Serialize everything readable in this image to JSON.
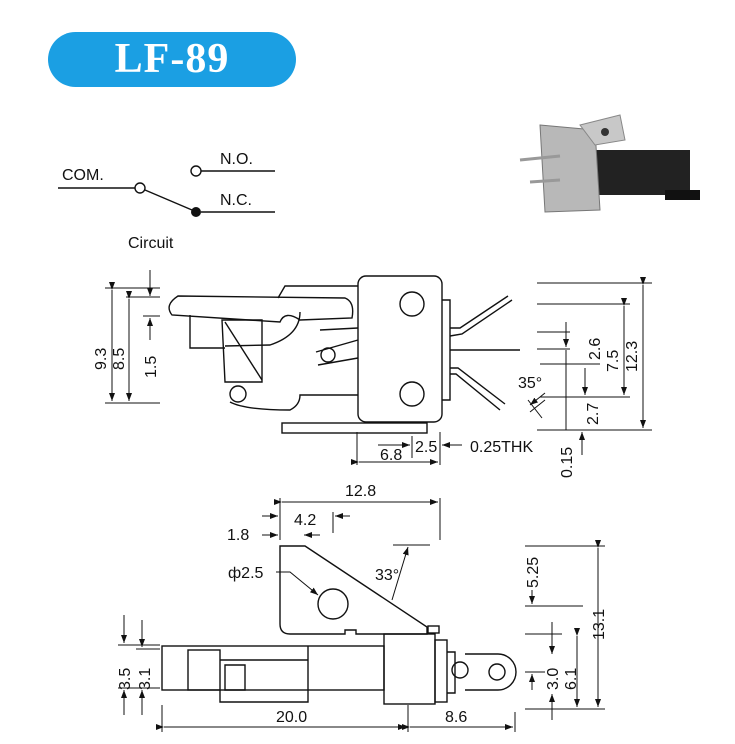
{
  "title": "LF-89",
  "circuit": {
    "com": "COM.",
    "no": "N.O.",
    "nc": "N.C.",
    "label": "Circuit"
  },
  "photo": {
    "icon": "switch-photo"
  },
  "side_view": {
    "dims": [
      "9.3",
      "8.5",
      "1.5",
      "2.6",
      "7.5",
      "12.3",
      "35°",
      "2.7",
      "0.15",
      "2.5",
      "6.8",
      "0.25THK"
    ]
  },
  "top_view": {
    "dims": [
      "12.8",
      "4.2",
      "1.8",
      "ф2.5",
      "33°",
      "5.25",
      "13.1",
      "3.5",
      "3.1",
      "3.0",
      "6.1",
      "20.0",
      "8.6"
    ]
  }
}
